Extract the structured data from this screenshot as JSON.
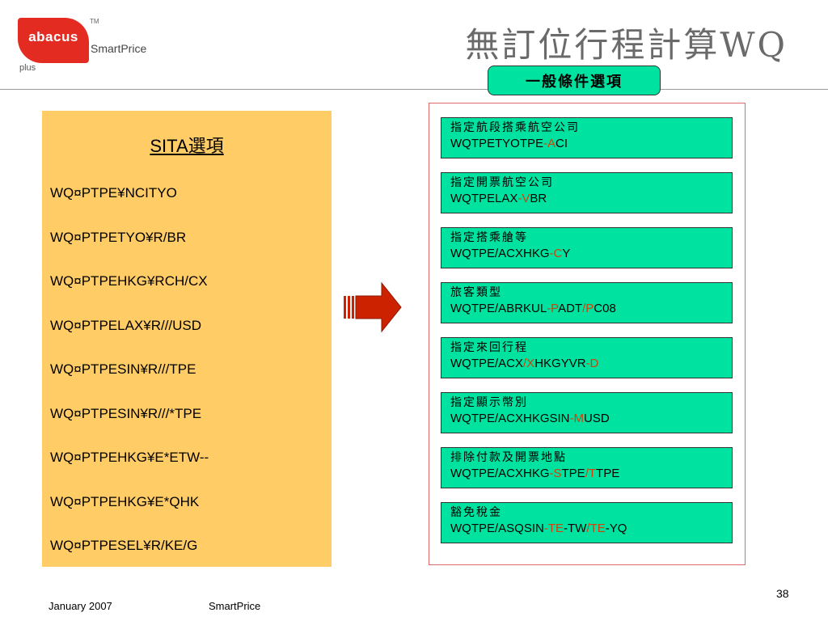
{
  "logo": {
    "brand": "abacus",
    "trademark": "TM",
    "product": "SmartPrice",
    "tagline": "plus"
  },
  "title": "無訂位行程計算WQ",
  "general_options_label": "一般條件選項",
  "sita": {
    "heading": "SITA選項",
    "commands": [
      "WQ¤PTPE¥NCITYO",
      "WQ¤PTPETYO¥R/BR",
      "WQ¤PTPEHKG¥RCH/CX",
      "WQ¤PTPELAX¥R///USD",
      "WQ¤PTPESIN¥R///TPE",
      "WQ¤PTPESIN¥R///*TPE",
      "WQ¤PTPEHKG¥E*ETW--",
      "WQ¤PTPEHKG¥E*QHK",
      "WQ¤PTPESEL¥R/KE/G"
    ]
  },
  "options": [
    {
      "label": "指定航段搭乘航空公司",
      "parts": [
        [
          "WQTPETYOTPE",
          false
        ],
        [
          "-A",
          true
        ],
        [
          "CI",
          false
        ]
      ]
    },
    {
      "label": "指定開票航空公司",
      "parts": [
        [
          "WQTPELAX",
          false
        ],
        [
          "-V",
          true
        ],
        [
          "BR",
          false
        ]
      ]
    },
    {
      "label": "指定搭乘艙等",
      "parts": [
        [
          "WQTPE/ACXHKG",
          false
        ],
        [
          "-C",
          true
        ],
        [
          "Y",
          false
        ]
      ]
    },
    {
      "label": "旅客類型",
      "parts": [
        [
          "WQTPE/ABRKUL",
          false
        ],
        [
          "-P",
          true
        ],
        [
          "ADT",
          false
        ],
        [
          "/P",
          true
        ],
        [
          "C08",
          false
        ]
      ]
    },
    {
      "label": "指定來回行程",
      "parts": [
        [
          "WQTPE/ACX",
          false
        ],
        [
          "/X",
          true
        ],
        [
          "HKGYVR",
          false
        ],
        [
          "-D",
          true
        ]
      ]
    },
    {
      "label": "指定顯示幣別",
      "parts": [
        [
          "WQTPE/ACXHKGSIN",
          false
        ],
        [
          "-M",
          true
        ],
        [
          "USD",
          false
        ]
      ]
    },
    {
      "label": "排除付款及開票地點",
      "parts": [
        [
          "WQTPE/ACXHKG",
          false
        ],
        [
          "-S",
          true
        ],
        [
          "TPE",
          false
        ],
        [
          "/T",
          true
        ],
        [
          "TPE",
          false
        ]
      ]
    },
    {
      "label": "豁免稅金",
      "parts": [
        [
          "WQTPE/ASQSIN",
          false
        ],
        [
          "-TE",
          true
        ],
        [
          "-TW",
          false
        ],
        [
          "/TE",
          true
        ],
        [
          "-YQ",
          false
        ]
      ]
    }
  ],
  "footer": {
    "date": "January 2007",
    "product": "SmartPrice",
    "page": "38"
  },
  "colors": {
    "logo_red": "#e32b22",
    "options_green": "#00e3a0",
    "sita_panel": "#ffcc66",
    "highlight": "#d4400a",
    "arrow": "#cc2200"
  }
}
